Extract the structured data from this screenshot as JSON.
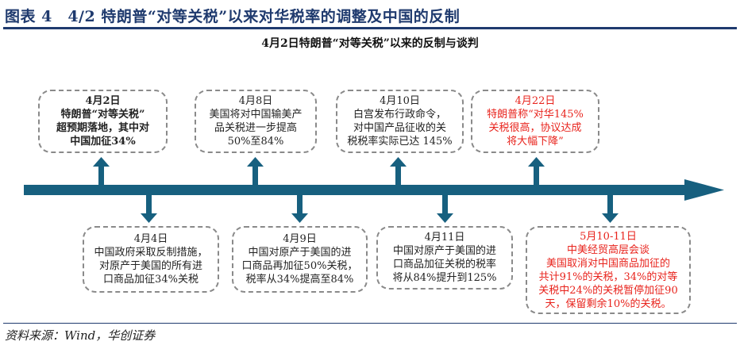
{
  "header": {
    "title": "图表 4　4/2 特朗普“对等关税”以来对华税率的调整及中国的反制"
  },
  "diagram": {
    "subtitle": "4月2日特朗普“对等关税”以来的反制与谈判",
    "top_events": [
      {
        "date": "4月2日",
        "lines": [
          "特朗普“对等关税”",
          "超预期落地，其中对",
          "中国加征34%"
        ]
      },
      {
        "date": "4月8日",
        "lines": [
          "美国将对中国输美产",
          "品关税进一步提高",
          "50%至84%"
        ]
      },
      {
        "date": "4月10日",
        "lines": [
          "白宫发布行政命令，",
          "对中国产品征收的关",
          "税税率实际已达 145%"
        ]
      },
      {
        "date": "4月22日",
        "lines": [
          "特朗普称“对华145%",
          "关税很高，协议达成",
          "将大幅下降”"
        ]
      }
    ],
    "bottom_events": [
      {
        "date": "4月4日",
        "lines": [
          "中国政府采取反制措施，",
          "对原产于美国的所有进",
          "口商品加征34%关税"
        ]
      },
      {
        "date": "4月9日",
        "lines": [
          "中国对原产于美国的进",
          "口商品再加征50%关税，",
          "税率从34%提高至84%"
        ]
      },
      {
        "date": "4月11日",
        "lines": [
          "中国对原产于美国的进",
          "口商品加征关税的税率",
          "将从84%提升到125%"
        ]
      },
      {
        "date": "5月10-11日",
        "lines": [
          "中美经贸高层会谈",
          "美国取消对中国商品加征的",
          "共计91%的关税，34%的对等",
          "关税中24%的关税暂停加征90",
          "天，保留剩余10%的关税。"
        ]
      }
    ],
    "colors": {
      "arrow": "#17607f",
      "highlight": "#e8231c",
      "title": "#1f3a6e"
    }
  },
  "footer": {
    "source": "资料来源：Wind，华创证券"
  }
}
